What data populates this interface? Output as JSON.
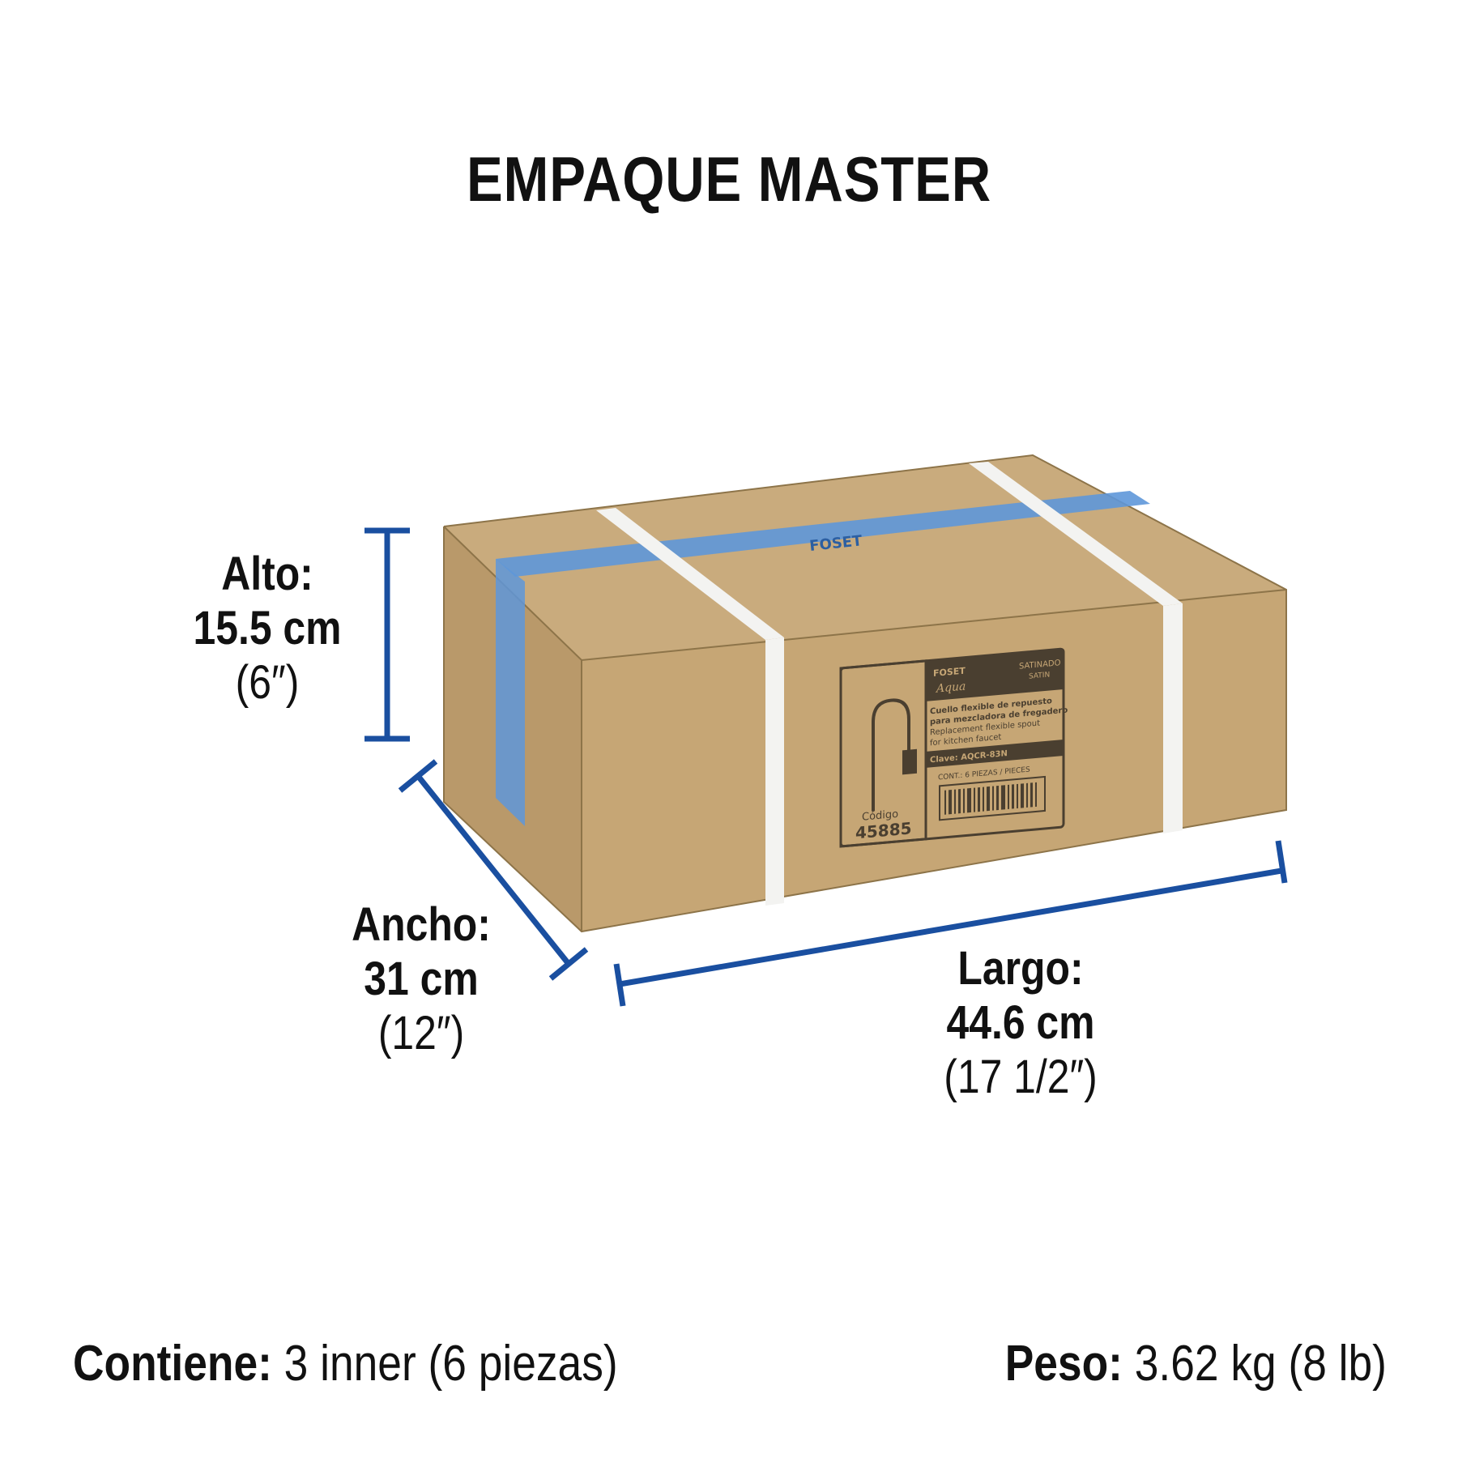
{
  "page": {
    "title": "EMPAQUE MASTER"
  },
  "dimensions": {
    "alto": {
      "label": "Alto:",
      "metric": "15.5 cm",
      "imperial": "(6″)"
    },
    "ancho": {
      "label": "Ancho:",
      "metric": "31 cm",
      "imperial": "(12″)"
    },
    "largo": {
      "label": "Largo:",
      "metric": "44.6 cm",
      "imperial": "(17 1/2″)"
    }
  },
  "box_label": {
    "brand": "FOSET",
    "line": "Aqua",
    "finish_es": "SATINADO",
    "finish_en": "SATIN",
    "desc_es_1": "Cuello flexible de repuesto",
    "desc_es_2": "para mezcladora de fregadero",
    "desc_en_1": "Replacement flexible spout",
    "desc_en_2": "for kitchen faucet",
    "clave": "Clave: AQCR-83N",
    "contents": "CONT.: 6 PIEZAS / PIECES",
    "code_label": "Código",
    "code": "45885",
    "tape_text": "FOSET"
  },
  "footer": {
    "contiene_label": "Contiene:",
    "contiene_value": " 3 inner (6 piezas)",
    "peso_label": "Peso:",
    "peso_value": " 3.62 kg (8 lb)"
  },
  "colors": {
    "dimension_line": "#1a4fa0",
    "box": "#c8a97a",
    "tape": "#5b95d8",
    "strap": "#f2f2f0"
  }
}
